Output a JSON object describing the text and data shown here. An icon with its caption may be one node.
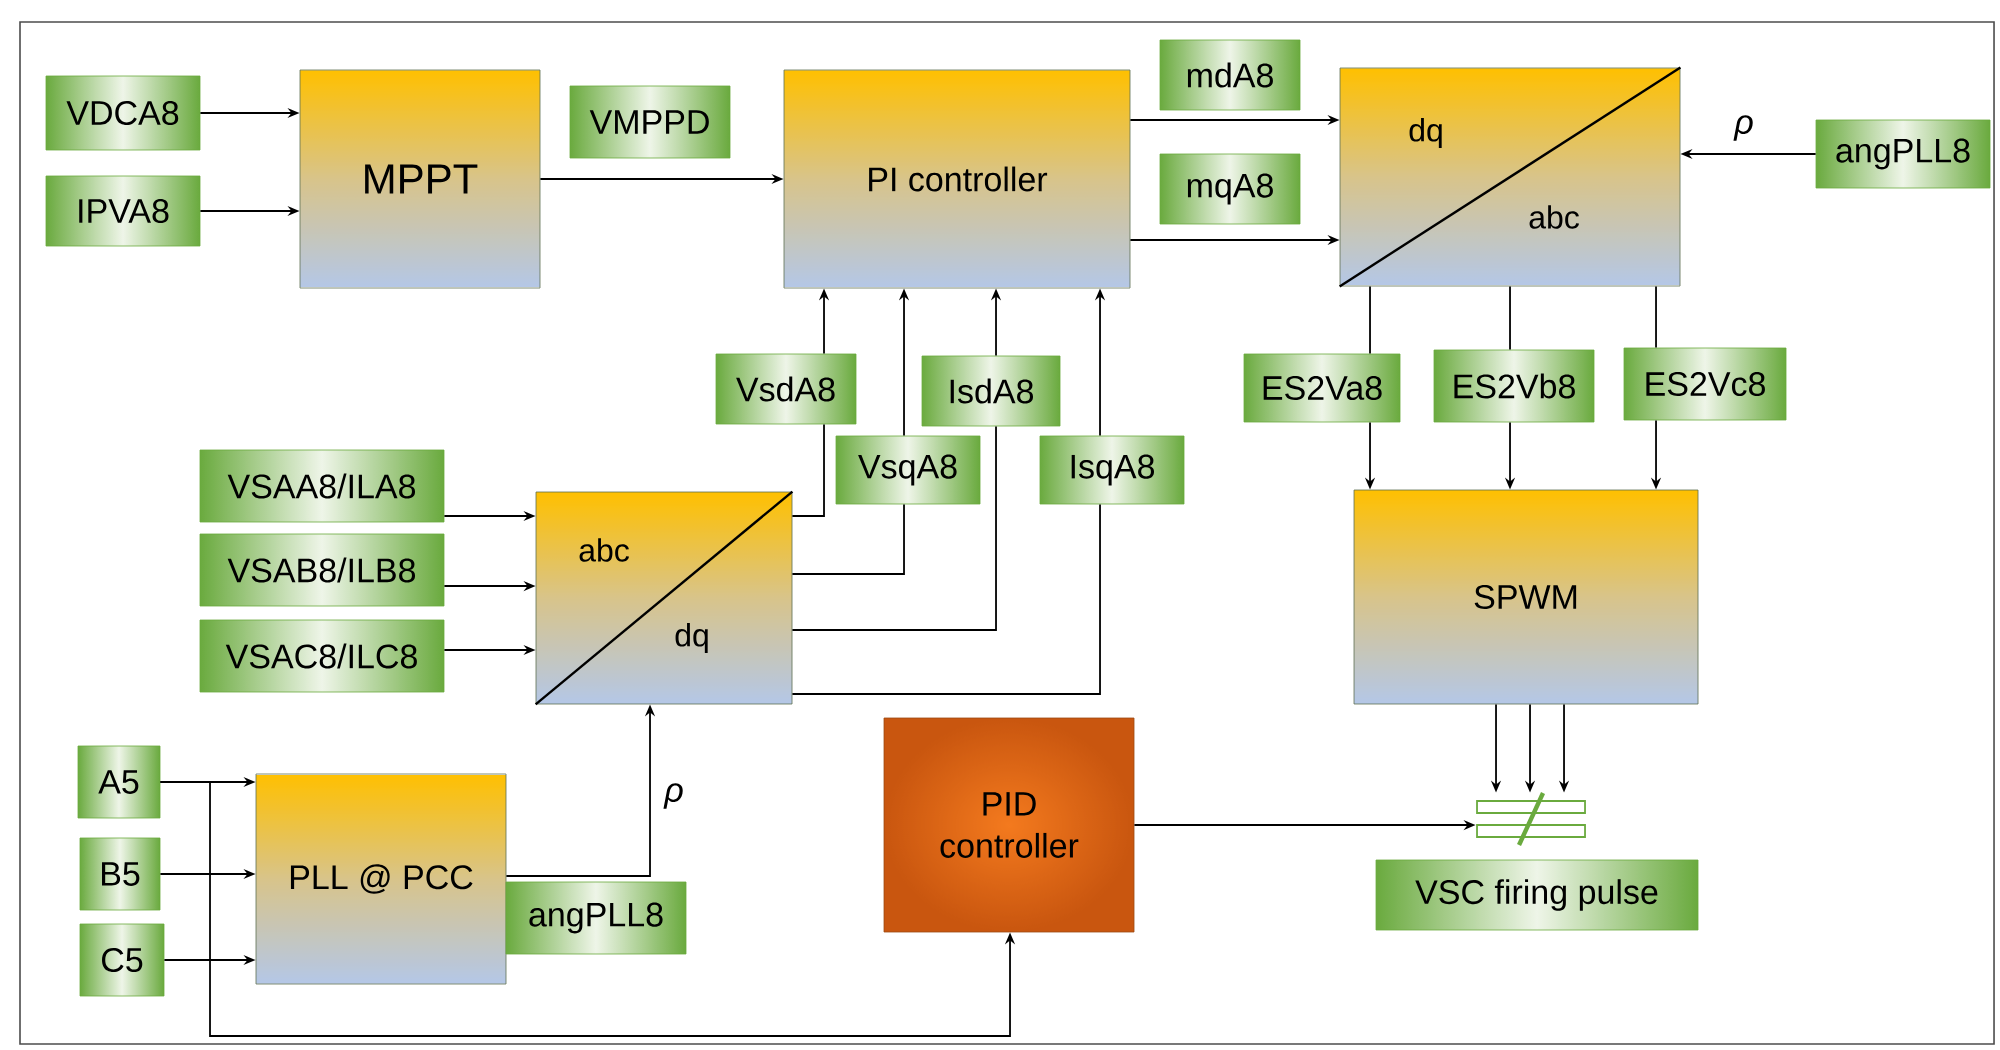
{
  "diagram": {
    "nodes": [
      {
        "text": [
          "VDCA8"
        ]
      },
      {
        "text": [
          "IPVA8"
        ]
      },
      {
        "text": [
          "MPPT"
        ]
      },
      {
        "text": [
          "VMPPD"
        ]
      },
      {
        "text": [
          "PI controller"
        ]
      },
      {
        "text": [
          "mdA8"
        ]
      },
      {
        "text": [
          "mqA8"
        ]
      },
      {
        "text": [
          "dq",
          "abc"
        ]
      },
      {
        "text": [
          "angPLL8"
        ]
      },
      {
        "text": [
          "VsdA8"
        ]
      },
      {
        "text": [
          "IsdA8"
        ]
      },
      {
        "text": [
          "VsqA8"
        ]
      },
      {
        "text": [
          "IsqA8"
        ]
      },
      {
        "text": [
          "ES2Va8"
        ]
      },
      {
        "text": [
          "ES2Vb8"
        ]
      },
      {
        "text": [
          "ES2Vc8"
        ]
      },
      {
        "text": [
          "VSAA8/ILA8"
        ]
      },
      {
        "text": [
          "VSAB8/ILB8"
        ]
      },
      {
        "text": [
          "VSAC8/ILC8"
        ]
      },
      {
        "text": [
          "abc",
          "dq"
        ]
      },
      {
        "text": [
          "SPWM"
        ]
      },
      {
        "text": [
          "A5"
        ]
      },
      {
        "text": [
          "B5"
        ]
      },
      {
        "text": [
          "C5"
        ]
      },
      {
        "text": [
          "PLL @ PCC"
        ]
      },
      {
        "text": [
          "angPLL8"
        ]
      },
      {
        "text": [
          "PID controller"
        ]
      },
      {
        "text": [],
        "shape": "picture"
      },
      {
        "text": [
          "VSC firing pulse"
        ]
      }
    ],
    "edges": [
      {
        "from": 0,
        "to": 2,
        "arrow": "to"
      },
      {
        "from": 1,
        "to": 2,
        "arrow": "to"
      },
      {
        "from": 2,
        "to": 4,
        "arrow": "to"
      },
      {
        "from": 4,
        "to": 7,
        "arrow": "to"
      },
      {
        "from": 4,
        "to": 7,
        "arrow": "to"
      },
      {
        "from": 8,
        "to": 7,
        "arrow": "to",
        "label": "ρ"
      },
      {
        "from": 7,
        "to": 13,
        "arrow": "none"
      },
      {
        "from": 13,
        "to": 20,
        "arrow": "to"
      },
      {
        "from": 7,
        "to": 14,
        "arrow": "none"
      },
      {
        "from": 14,
        "to": 20,
        "arrow": "to"
      },
      {
        "from": 7,
        "to": 15,
        "arrow": "none"
      },
      {
        "from": 15,
        "to": 20,
        "arrow": "to"
      },
      {
        "from": 16,
        "to": 19,
        "arrow": "to"
      },
      {
        "from": 17,
        "to": 19,
        "arrow": "to"
      },
      {
        "from": 18,
        "to": 19,
        "arrow": "to"
      },
      {
        "from": 19,
        "to": 9,
        "arrow": "none"
      },
      {
        "from": 9,
        "to": 4,
        "arrow": "to"
      },
      {
        "from": 19,
        "to": 11,
        "arrow": "none"
      },
      {
        "from": 11,
        "to": 4,
        "arrow": "to"
      },
      {
        "from": 19,
        "to": 10,
        "arrow": "none"
      },
      {
        "from": 10,
        "to": 4,
        "arrow": "to"
      },
      {
        "from": 19,
        "to": 12,
        "arrow": "none"
      },
      {
        "from": 12,
        "to": 4,
        "arrow": "to"
      },
      {
        "from": 21,
        "to": 24,
        "arrow": "to"
      },
      {
        "from": 22,
        "to": 24,
        "arrow": "to"
      },
      {
        "from": 23,
        "to": 24,
        "arrow": "to"
      },
      {
        "from": 21,
        "to": 26,
        "arrow": "to"
      },
      {
        "from": 24,
        "to": 19,
        "arrow": "to",
        "label": "ρ"
      },
      {
        "from": 26,
        "to": 27,
        "arrow": "to"
      },
      {
        "from": 20,
        "to": 27,
        "arrow": "to"
      },
      {
        "from": 20,
        "to": 27,
        "arrow": "to"
      },
      {
        "from": 20,
        "to": 27,
        "arrow": "to"
      }
    ]
  }
}
